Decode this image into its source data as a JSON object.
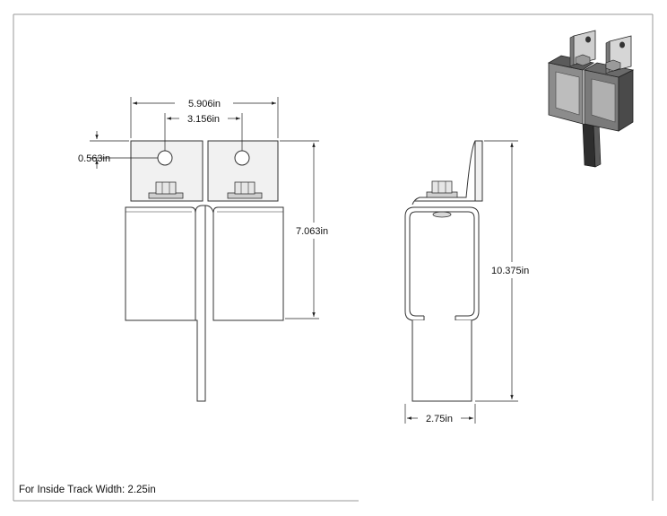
{
  "dimensions": {
    "overall_width": "5.906in",
    "center_spacing": "3.156in",
    "hole_offset": "0.563in",
    "front_height": "7.063in",
    "side_height": "10.375in",
    "side_width": "2.75in"
  },
  "footer": {
    "note": "For Inside Track Width: 2.25in"
  },
  "colors": {
    "plate_fill": "#f1f1f1",
    "track_fill": "#ffffff",
    "line": "#333333",
    "iso_dark": "#3a3a3a",
    "iso_mid": "#8a8a8a",
    "iso_light": "#c8c8c8"
  }
}
